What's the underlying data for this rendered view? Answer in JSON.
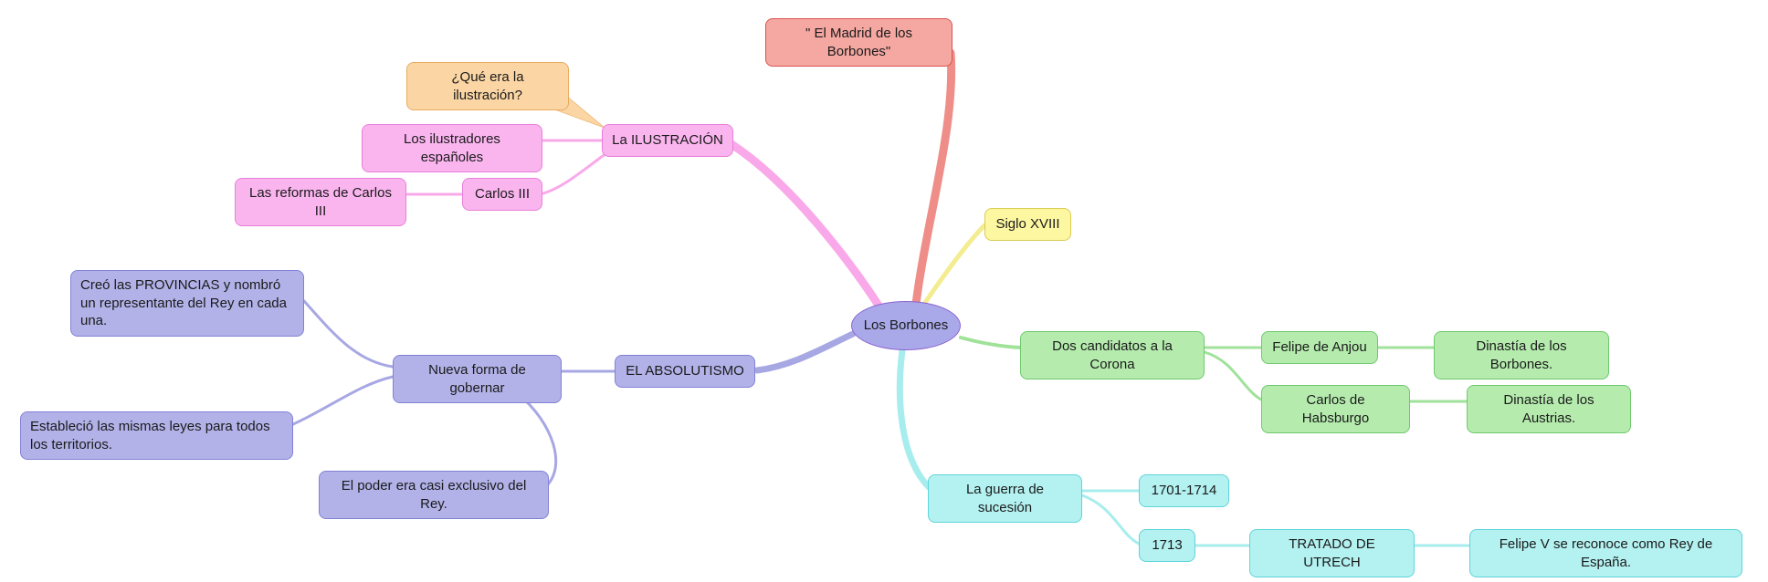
{
  "central": {
    "label": "Los Borbones"
  },
  "nodes": {
    "madrid": {
      "label": "\" El Madrid de los Borbones\""
    },
    "que_era": {
      "label": "¿Qué era la ilustración?"
    },
    "ilustracion": {
      "label": "La ILUSTRACIÓN"
    },
    "ilustradores": {
      "label": "Los ilustradores españoles"
    },
    "carlos3": {
      "label": "Carlos III"
    },
    "reformas": {
      "label": "Las reformas de Carlos III"
    },
    "siglo": {
      "label": "Siglo XVIII"
    },
    "candidatos": {
      "label": "Dos candidatos a la Corona"
    },
    "felipe_anjou": {
      "label": "Felipe de Anjou"
    },
    "dinastia_borbones": {
      "label": "Dinastía de los Borbones."
    },
    "carlos_habsburgo": {
      "label": "Carlos de Habsburgo"
    },
    "dinastia_austrias": {
      "label": "Dinastía de los Austrias."
    },
    "absolutismo": {
      "label": "EL ABSOLUTISMO"
    },
    "nueva_forma": {
      "label": "Nueva forma de gobernar"
    },
    "provincias": {
      "label": "Creó las PROVINCIAS y nombró un representante del Rey en cada una."
    },
    "leyes": {
      "label": "Estableció las mismas leyes para todos los territorios."
    },
    "poder": {
      "label": "El poder era casi exclusivo del Rey."
    },
    "guerra": {
      "label": "La guerra de sucesión"
    },
    "y1701_1714": {
      "label": "1701-1714"
    },
    "y1713": {
      "label": "1713"
    },
    "utrech": {
      "label": "TRATADO DE UTRECH"
    },
    "felipe_v": {
      "label": "Felipe V se reconoce como Rey de España."
    }
  },
  "colors": {
    "central_fill": "#a9a9ea",
    "red_fill": "#f5a8a2",
    "red_line": "#ef8e88",
    "pink_fill": "#fab5ef",
    "pink_line": "#f9a9e9",
    "orange_fill": "#fbd6a4",
    "yellow_fill": "#fdf7a1",
    "yellow_line": "#f4ec90",
    "purple_fill": "#b2b2e9",
    "purple_line": "#a7a7e4",
    "green_fill": "#b5ecae",
    "green_line": "#a0e29a",
    "cyan_fill": "#b4f1f1",
    "cyan_line": "#a8eded"
  }
}
